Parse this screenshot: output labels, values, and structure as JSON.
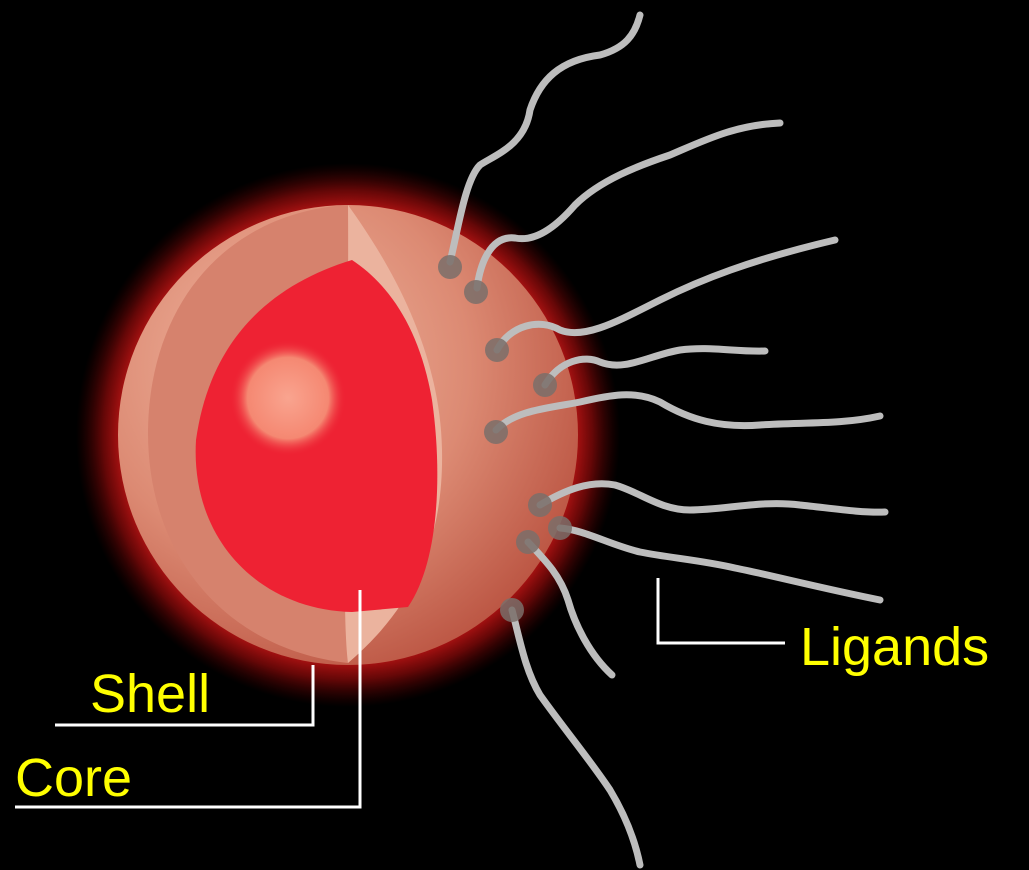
{
  "labels": {
    "shell": "Shell",
    "core": "Core",
    "ligands": "Ligands"
  },
  "colors": {
    "background": "#000000",
    "glow": "#FF1A1A",
    "shell": "#D9826E",
    "shell_highlight": "#EBB8A4",
    "core": "#EE2233",
    "core_highlight": "#F79B86",
    "ligand": "#BDBDBD",
    "ligand_head": "#7A6E6A",
    "label_text": "#FFFF00",
    "leader_line": "#FFFFFF"
  },
  "icons": {
    "particle": "core-shell-nanoparticle",
    "ligand": "ligand-chain"
  }
}
